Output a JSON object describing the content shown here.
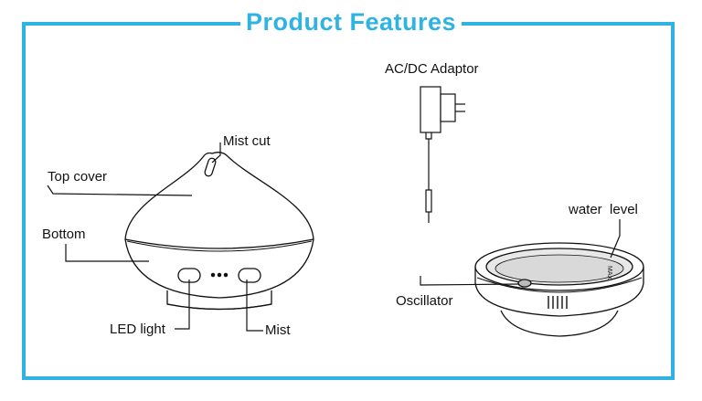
{
  "title": "Product Features",
  "colors": {
    "accent": "#2fb3e3",
    "line": "#111111"
  },
  "labels": {
    "mist_cut": "Mist cut",
    "top_cover": "Top cover",
    "bottom": "Bottom",
    "led_light": "LED light",
    "mist": "Mist",
    "adaptor": "AC/DC Adaptor",
    "water_level": "water  level",
    "oscillator": "Oscillator",
    "max_mark": "MAX"
  }
}
